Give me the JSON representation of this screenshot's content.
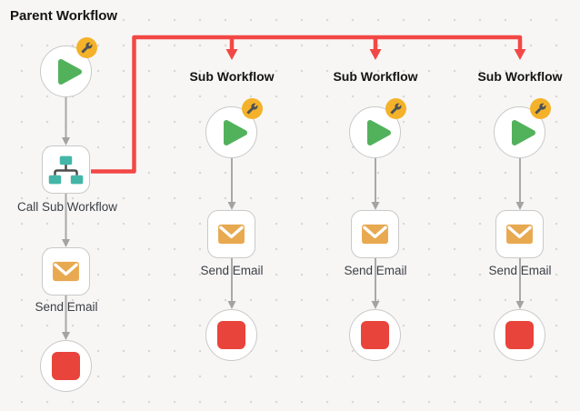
{
  "canvas": {
    "background": "#f7f6f5",
    "grid_dot_color": "#d8d5d2"
  },
  "colors": {
    "branch_red": "#f24845",
    "connector_gray": "#a8a8a8",
    "node_border": "#c9c9c9",
    "play_green": "#52b25c",
    "stop_red": "#e9443b",
    "email_orange": "#e8a950",
    "subflow_teal": "#44b6a8",
    "badge_yellow": "#f3b229",
    "wrench_dark": "#4d5156",
    "title_text": "#141414",
    "label_text": "#3b3f45"
  },
  "icons": {
    "start": "play-icon",
    "configured_badge": "wrench-icon",
    "call_sub": "org-chart-icon",
    "email": "envelope-icon",
    "stop": "stop-square-icon"
  },
  "parent_workflow": {
    "title": "Parent Workflow",
    "call_node_label": "Call Sub Workflow",
    "email_node_label": "Send Email"
  },
  "sub_workflows": [
    {
      "title": "Sub Workflow",
      "email_node_label": "Send Email"
    },
    {
      "title": "Sub Workflow",
      "email_node_label": "Send Email"
    },
    {
      "title": "Sub Workflow",
      "email_node_label": "Send Email"
    }
  ]
}
